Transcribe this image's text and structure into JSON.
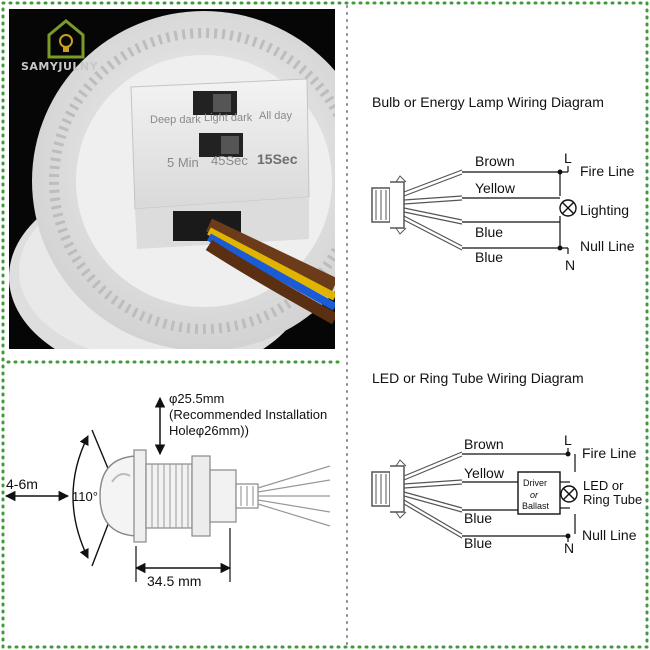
{
  "watermark": {
    "brand": "SAMYJULNY",
    "icon": "house-lightbulb-icon"
  },
  "photo": {
    "mode_labels": [
      "Deep dark",
      "Light dark",
      "All day"
    ],
    "time_labels": [
      "5 Min",
      "45Sec",
      "15Sec"
    ]
  },
  "diagram_bulb": {
    "title": "Bulb or Energy Lamp Wiring Diagram",
    "wires": [
      "Brown",
      "Yellow",
      "Blue",
      "Blue"
    ],
    "terminal_l": "L",
    "terminal_n": "N",
    "fire_line": "Fire Line",
    "lighting": "Lighting",
    "null_line": "Null Line",
    "lamp_icon": "lamp-symbol-icon"
  },
  "diagram_led": {
    "title": "LED or Ring Tube Wiring Diagram",
    "wires": [
      "Brown",
      "Yellow",
      "Blue",
      "Blue"
    ],
    "terminal_l": "L",
    "terminal_n": "N",
    "fire_line": "Fire Line",
    "driver_lines": [
      "Driver",
      "or",
      "Ballast"
    ],
    "led_lines": [
      "LED or",
      "Ring Tube"
    ],
    "null_line": "Null Line",
    "lamp_icon": "lamp-symbol-icon"
  },
  "dimensions": {
    "diameter": "φ25.5mm",
    "recommended_line1": "(Recommended Installation",
    "recommended_line2": "Holeφ26mm))",
    "range": "4-6m",
    "angle": "110°",
    "length": "34.5 mm"
  },
  "colors": {
    "border_green": "#3f9a3a",
    "border_divider": "#8a8a8a",
    "wire_brown": "#6b3b1a",
    "wire_yellow": "#e0b400",
    "wire_blue": "#1b5bd6"
  }
}
